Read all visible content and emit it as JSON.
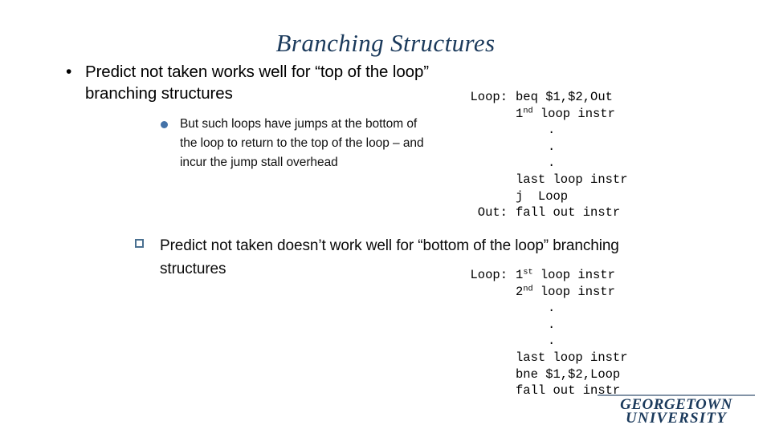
{
  "slide": {
    "title": "Branching Structures",
    "background_color": "#ffffff",
    "title_color": "#1b3a5c"
  },
  "bullets": [
    {
      "level": 1,
      "marker": "bullet-dot",
      "marker_glyph": "•",
      "text": "Predict not taken works well for “top of the loop” branching structures"
    },
    {
      "level": 2,
      "marker": "filled-circle",
      "marker_color": "#4472a8",
      "text": "But such loops have jumps at the bottom of the loop to return to the top of the loop – and incur the jump stall overhead"
    },
    {
      "level": 2,
      "marker": "hollow-square",
      "marker_color": "#4a7090",
      "text": "Predict not taken doesn’t work well for “bottom of the loop” branching structures"
    }
  ],
  "code_blocks": [
    {
      "name": "top-of-the-loop-example",
      "lines": [
        {
          "label": "Loop:",
          "text": "beq $1,$2,Out",
          "is_dot": false,
          "sup_base": "",
          "sup": "",
          "sup_rest": ""
        },
        {
          "label": "",
          "text": "",
          "is_dot": false,
          "sup_base": "1",
          "sup": "nd",
          "sup_rest": " loop instr"
        },
        {
          "label": "",
          "text": ".",
          "is_dot": true,
          "sup_base": "",
          "sup": "",
          "sup_rest": ""
        },
        {
          "label": "",
          "text": ".",
          "is_dot": true,
          "sup_base": "",
          "sup": "",
          "sup_rest": ""
        },
        {
          "label": "",
          "text": ".",
          "is_dot": true,
          "sup_base": "",
          "sup": "",
          "sup_rest": ""
        },
        {
          "label": "",
          "text": "last loop instr",
          "is_dot": false,
          "sup_base": "",
          "sup": "",
          "sup_rest": ""
        },
        {
          "label": "",
          "text": "j  Loop",
          "is_dot": false,
          "sup_base": "",
          "sup": "",
          "sup_rest": ""
        },
        {
          "label": "Out:",
          "text": "fall out instr",
          "is_dot": false,
          "sup_base": "",
          "sup": "",
          "sup_rest": ""
        }
      ]
    },
    {
      "name": "bottom-of-the-loop-example",
      "lines": [
        {
          "label": "Loop:",
          "text": "",
          "is_dot": false,
          "sup_base": "1",
          "sup": "st",
          "sup_rest": " loop instr"
        },
        {
          "label": "",
          "text": "",
          "is_dot": false,
          "sup_base": "2",
          "sup": "nd",
          "sup_rest": " loop instr"
        },
        {
          "label": "",
          "text": ".",
          "is_dot": true,
          "sup_base": "",
          "sup": "",
          "sup_rest": ""
        },
        {
          "label": "",
          "text": ".",
          "is_dot": true,
          "sup_base": "",
          "sup": "",
          "sup_rest": ""
        },
        {
          "label": "",
          "text": ".",
          "is_dot": true,
          "sup_base": "",
          "sup": "",
          "sup_rest": ""
        },
        {
          "label": "",
          "text": "last loop instr",
          "is_dot": false,
          "sup_base": "",
          "sup": "",
          "sup_rest": ""
        },
        {
          "label": "",
          "text": "bne $1,$2,Loop",
          "is_dot": false,
          "sup_base": "",
          "sup": "",
          "sup_rest": ""
        },
        {
          "label": "",
          "text": "fall out instr",
          "is_dot": false,
          "sup_base": "",
          "sup": "",
          "sup_rest": ""
        }
      ]
    }
  ],
  "logo": {
    "line_one": "GEORGETOWN",
    "line_two": "UNIVERSITY",
    "color": "#1b3a5c"
  }
}
